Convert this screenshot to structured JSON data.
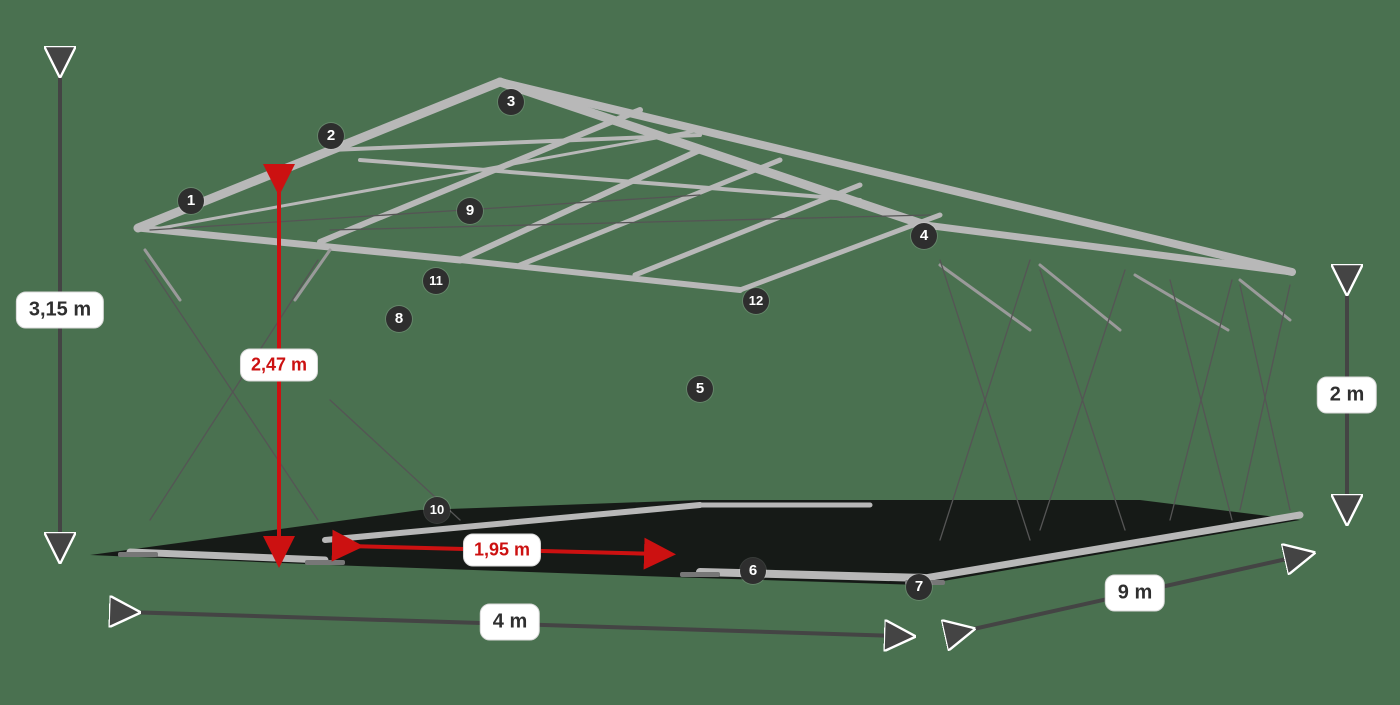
{
  "diagram": {
    "subject": "tent frame structure",
    "background_color": "#4a7150",
    "frame_color": "#bdbdbd",
    "dimension_arrow_color": "#444444",
    "highlight_arrow_color": "#cc1111"
  },
  "dimensions": {
    "total_height": "3,15 m",
    "side_height": "2 m",
    "inner_height": "2,47 m",
    "bay_spacing": "1,95 m",
    "width": "4 m",
    "length": "9 m"
  },
  "callouts": [
    {
      "id": "1",
      "label": "1"
    },
    {
      "id": "2",
      "label": "2"
    },
    {
      "id": "3",
      "label": "3"
    },
    {
      "id": "4",
      "label": "4"
    },
    {
      "id": "5",
      "label": "5"
    },
    {
      "id": "6",
      "label": "6"
    },
    {
      "id": "7",
      "label": "7"
    },
    {
      "id": "8",
      "label": "8"
    },
    {
      "id": "9",
      "label": "9"
    },
    {
      "id": "10",
      "label": "10"
    },
    {
      "id": "11",
      "label": "11"
    },
    {
      "id": "12",
      "label": "12"
    }
  ]
}
